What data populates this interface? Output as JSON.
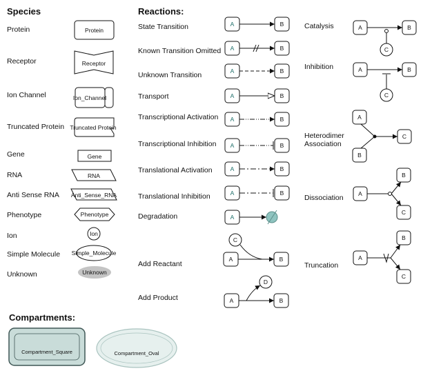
{
  "headers": {
    "species": "Species",
    "reactions": "Reactions:",
    "compartments": "Compartments:"
  },
  "species": [
    {
      "label": "Protein",
      "glyph": "Protein"
    },
    {
      "label": "Receptor",
      "glyph": "Receptor"
    },
    {
      "label": "Ion Channel",
      "glyph": "Ion_Channel"
    },
    {
      "label": "Truncated Protein",
      "glyph": "Truncated Protein"
    },
    {
      "label": "Gene",
      "glyph": "Gene"
    },
    {
      "label": "RNA",
      "glyph": "RNA"
    },
    {
      "label": "Anti Sense RNA",
      "glyph": "Anti_Sense_RNA"
    },
    {
      "label": "Phenotype",
      "glyph": "Phenotype"
    },
    {
      "label": "Ion",
      "glyph": "Ion"
    },
    {
      "label": "Simple Molecule",
      "glyph": "Simple_Molecule"
    },
    {
      "label": "Unknown",
      "glyph": "Unknown"
    }
  ],
  "reactions": [
    "State Transition",
    "Known Transition Omitted",
    "Unknown Transition",
    "Transport",
    "Transcriptional Activation",
    "Transcriptional Inhibition",
    "Translational Activation",
    "Translational Inhibition",
    "Degradation",
    "Add Reactant",
    "Add Product"
  ],
  "modifiers": [
    "Catalysis",
    "Inhibition",
    "Heterodimer\nAssociation",
    "Dissociation",
    "Truncation"
  ],
  "node_letters": {
    "a": "A",
    "b": "B",
    "c": "C",
    "d": "D"
  },
  "compartments": [
    "Compartment_Square",
    "Compartment_Oval"
  ],
  "colors": {
    "compartment_fill": "#c9dcd9",
    "compartment_stroke": "#3f5755",
    "oval_fill": "#e6f0ee",
    "oval_stroke": "#a9c3bf",
    "unknown_fill": "#c4c4c4",
    "degradation_fill": "#8fc4c0",
    "node_letter": "#1d6e69"
  }
}
